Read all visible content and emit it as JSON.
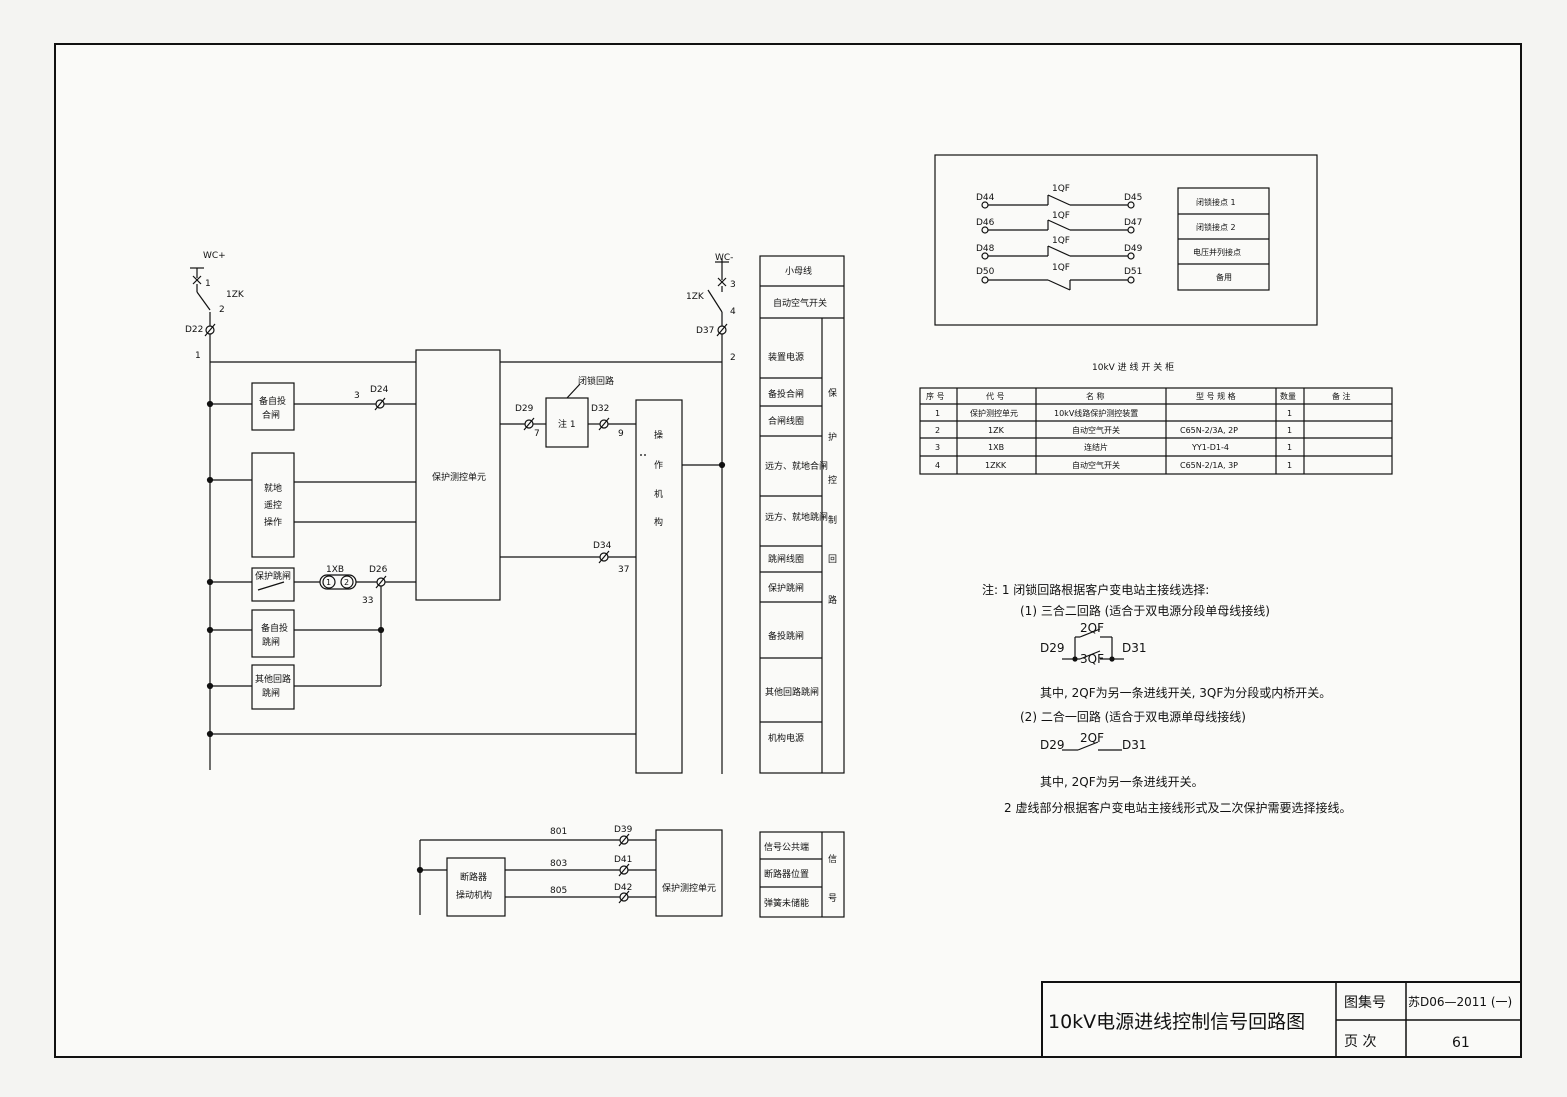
{
  "left": {
    "wcplus": "WC+",
    "wcminus": "WC-",
    "t1": "1",
    "t2": "2",
    "t3": "3",
    "t4": "4",
    "zk": "1ZK",
    "d22": "D22",
    "d37": "D37",
    "n1": "1",
    "n2": "2",
    "d24": "D24",
    "n3": "3",
    "d26": "D26",
    "n33": "33",
    "xb": "1XB",
    "xb1": "1",
    "xb2": "2",
    "d29": "D29",
    "n7": "7",
    "d32": "D32",
    "n9": "9",
    "d34": "D34",
    "n37": "37",
    "lock_label": "闭锁回路",
    "note1": "注 1",
    "box_auto_close": [
      "备自投",
      "合闸"
    ],
    "box_local_remote": [
      "就地",
      "遥控",
      "操作"
    ],
    "box_prot_trip": "保护跳闸",
    "box_auto_trip": [
      "备自投",
      "跳闸"
    ],
    "box_other_trip": [
      "其他回路",
      "跳闸"
    ],
    "prot_unit": "保护测控单元",
    "mech": [
      "操",
      "作",
      "机",
      "构"
    ]
  },
  "legend_right": {
    "rows": [
      "小母线",
      "自动空气开关",
      "装置电源",
      "备投合闸",
      "合闸线圈",
      "远方、就地合闸",
      "远方、就地跳闸",
      "跳闸线圈",
      "保护跳闸",
      "备投跳闸",
      "其他回路跳闸",
      "机构电源"
    ],
    "group": [
      "保",
      "护",
      "控",
      "制",
      "回",
      "路"
    ]
  },
  "signal": {
    "n801": "801",
    "n803": "803",
    "n805": "805",
    "d39": "D39",
    "d41": "D41",
    "d42": "D42",
    "breaker": [
      "断路器",
      "操动机构"
    ],
    "unit": "保护测控单元",
    "rows": [
      "信号公共端",
      "断路器位置",
      "弹簧未储能"
    ],
    "group": [
      "信",
      "号"
    ]
  },
  "aux": {
    "qf": "1QF",
    "rows": [
      {
        "left": "D44",
        "right": "D45"
      },
      {
        "left": "D46",
        "right": "D47"
      },
      {
        "left": "D48",
        "right": "D49"
      },
      {
        "left": "D50",
        "right": "D51"
      }
    ],
    "labels": [
      "闭锁接点 1",
      "闭锁接点 2",
      "电压并列接点",
      "备用"
    ]
  },
  "table": {
    "title": "10kV  进 线 开 关 柜",
    "headers": [
      "序 号",
      "代 号",
      "名    称",
      "型 号 规 格",
      "数量",
      "备 注"
    ],
    "rows": [
      [
        "1",
        "保护测控单元",
        "10kV线路保护测控装置",
        "",
        "1",
        ""
      ],
      [
        "2",
        "1ZK",
        "自动空气开关",
        "C65N-2/3A, 2P",
        "1",
        ""
      ],
      [
        "3",
        "1XB",
        "连结片",
        "YY1-D1-4",
        "1",
        ""
      ],
      [
        "4",
        "1ZKK",
        "自动空气开关",
        "C65N-2/1A, 3P",
        "1",
        ""
      ]
    ]
  },
  "notes": {
    "line1": "注: 1  闭锁回路根据客户变电站主接线选择:",
    "line2": "(1) 三合二回路 (适合于双电源分段单母线接线)",
    "line3": "其中, 2QF为另一条进线开关, 3QF为分段或内桥开关。",
    "line4": "(2) 二合一回路 (适合于双电源单母线接线)",
    "line5": "其中, 2QF为另一条进线开关。",
    "line6": "2  虚线部分根据客户变电站主接线形式及二次保护需要选择接线。",
    "d29": "D29",
    "d31": "D31",
    "q2": "2QF",
    "q3": "3QF"
  },
  "title_block": {
    "title": "10kV电源进线控制信号回路图",
    "atlas_label": "图集号",
    "atlas_value": "苏D06—2011 (一)",
    "page_label": "页  次",
    "page_value": "61"
  }
}
